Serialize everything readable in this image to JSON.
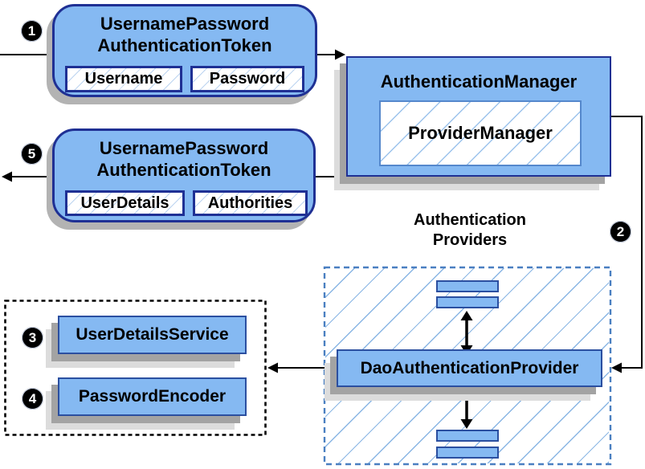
{
  "badges": [
    "1",
    "2",
    "3",
    "4",
    "5"
  ],
  "token_request": {
    "title_line1": "UsernamePassword",
    "title_line2": "AuthenticationToken",
    "field1": "Username",
    "field2": "Password"
  },
  "auth_manager": {
    "title": "AuthenticationManager",
    "inner": "ProviderManager"
  },
  "token_response": {
    "title_line1": "UsernamePassword",
    "title_line2": "AuthenticationToken",
    "field1": "UserDetails",
    "field2": "Authorities"
  },
  "providers_label": {
    "line1": "Authentication",
    "line2": "Providers"
  },
  "dao_provider": {
    "label": "DaoAuthenticationProvider"
  },
  "services": {
    "user_details_service": "UserDetailsService",
    "password_encoder": "PasswordEncoder"
  },
  "colors": {
    "box_fill": "#85B9F2",
    "box_border": "#1F3094",
    "hatch_line": "#9CC3EC",
    "area_dashed_border": "#4A7FC1",
    "dotted_border": "#000000",
    "shadow": "#A3A3A3",
    "connector": "#000000",
    "badge_background": "#000000",
    "badge_text": "#FFFFFF"
  }
}
